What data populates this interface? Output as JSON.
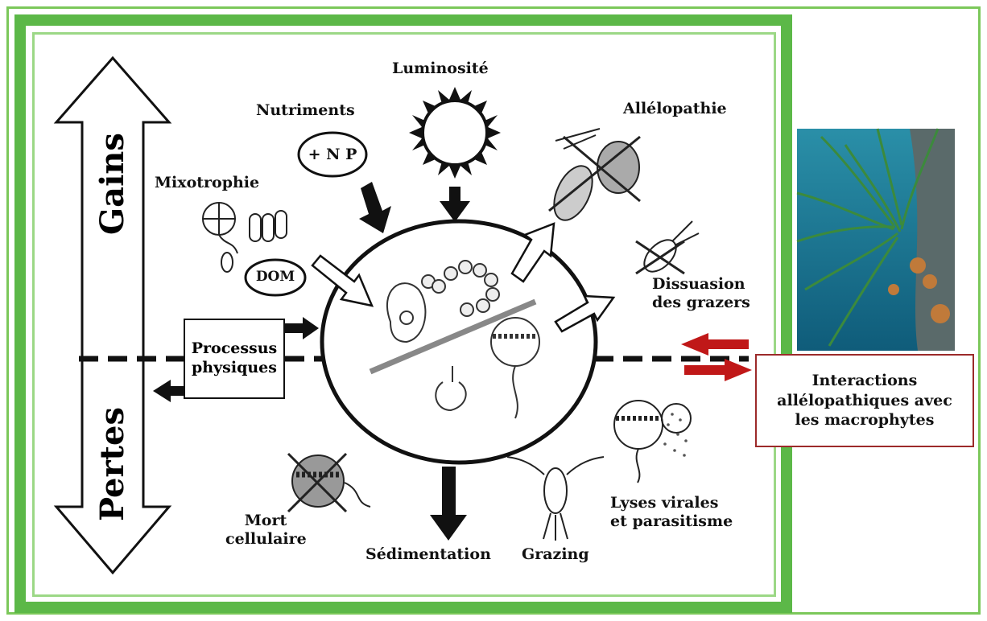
{
  "labels": {
    "gains": "Gains",
    "pertes": "Pertes",
    "luminosite": "Luminosité",
    "nutriments": "Nutriments",
    "np": "+ N P",
    "mixotrophie": "Mixotrophie",
    "dom": "DOM",
    "allelopathie": "Allélopathie",
    "dissuasion": "Dissuasion\ndes grazers",
    "processus": "Processus\nphysiques",
    "mort": "Mort\ncellulaire",
    "sedimentation": "Sédimentation",
    "grazing": "Grazing",
    "lyses": "Lyses virales\net parasitisme",
    "interactions": "Interactions\nallélopathiques avec\nles  macrophytes"
  },
  "colors": {
    "frame_green": "#5cb848",
    "frame_light": "#9cd886",
    "arrow_red": "#c01818",
    "box_border": "#9c2a2a"
  },
  "icons": [
    "sun-icon",
    "nutrient-ellipse-icon",
    "dom-ellipse-icon",
    "phytoplankton-cell-icon",
    "copepod-icon",
    "diatom-chain-icon",
    "dead-cell-icon",
    "virus-lysis-icon",
    "seagrass-photo"
  ]
}
